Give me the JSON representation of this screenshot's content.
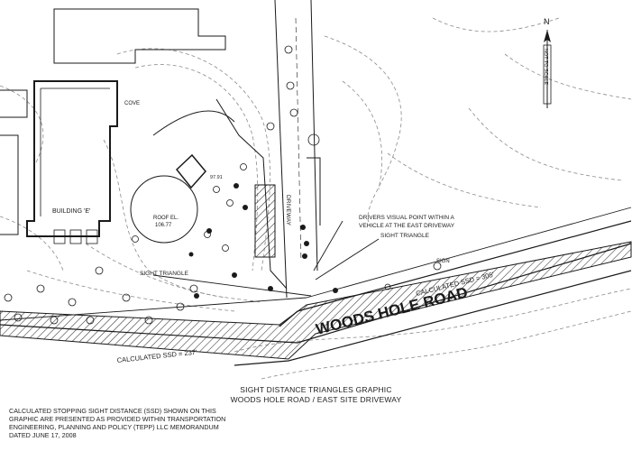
{
  "plan": {
    "road_name": "WOODS HOLE ROAD",
    "calc_ssd_east": "CALCULATED SSD = 305'",
    "calc_ssd_west": "CALCULATED SSD = 237'",
    "sight_triangle_west": "SIGHT TRIANGLE",
    "sight_triangle_east": "SIGHT TRIANGLE",
    "drivers_point_line1": "DRIVERS VISUAL POINT WITHIN A",
    "drivers_point_line2": "VEHICLE AT THE EAST DRIVEWAY",
    "driveway_label": "DRIVEWAY",
    "building_label": "BUILDING 'E'",
    "roof_line1": "ROOF EL.",
    "roof_line2": "106.77",
    "elev_label": "97.91",
    "cove_label": "COVE",
    "sign_label": "SIGN",
    "north_label": "N",
    "scale_label": "NOT TO SCALE"
  },
  "caption": {
    "line1": "SIGHT DISTANCE TRIANGLES GRAPHIC",
    "line2": "WOODS HOLE ROAD / EAST SITE DRIVEWAY"
  },
  "note": {
    "lines": [
      "CALCULATED STOPPING SIGHT DISTANCE (SSD) SHOWN ON THIS",
      "GRAPHIC ARE PRESENTED AS PROVIDED WITHIN TRANSPORTATION",
      "ENGINEERING, PLANNING AND POLICY (TEPP) LLC MEMORANDUM",
      "DATED JUNE 17, 2008"
    ]
  },
  "colors": {
    "ink": "#1a1a1a",
    "contour": "#8a8a8a",
    "hatch": "#333333"
  }
}
